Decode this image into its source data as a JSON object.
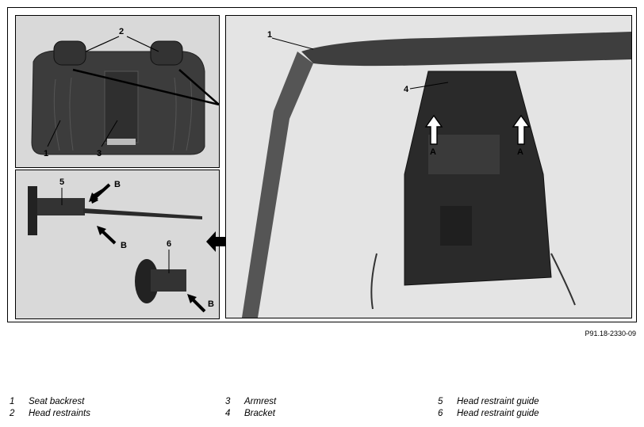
{
  "figure_ref": "P91.18-2330-09",
  "callouts": {
    "n1": "1",
    "n2": "2",
    "n3": "3",
    "n4": "4",
    "n5": "5",
    "n6": "6",
    "arrow_a": "A",
    "arrow_b": "B"
  },
  "legend": [
    {
      "num": "1",
      "label": "Seat backrest"
    },
    {
      "num": "2",
      "label": "Head restraints"
    },
    {
      "num": "3",
      "label": "Armrest"
    },
    {
      "num": "4",
      "label": "Bracket"
    },
    {
      "num": "5",
      "label": "Head restraint guide"
    },
    {
      "num": "6",
      "label": "Head restraint guide"
    }
  ]
}
